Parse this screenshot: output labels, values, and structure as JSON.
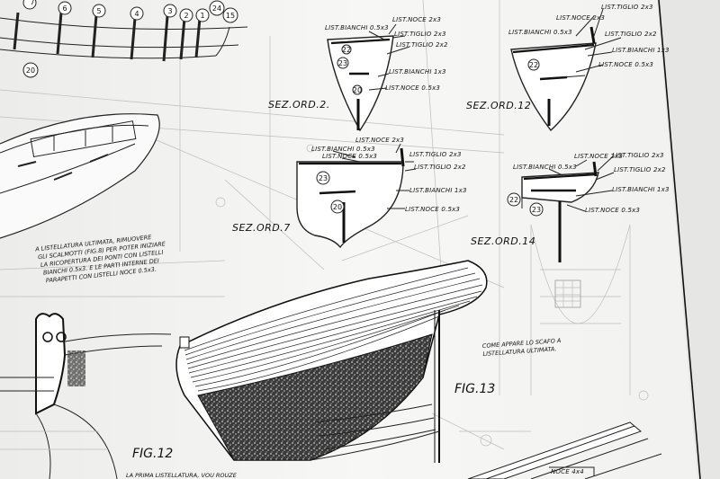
{
  "sections": {
    "s2": {
      "title": "SEZ.ORD.2.",
      "labels": [
        "LIST.NOCE 2x3",
        "LIST.BIANCHI 0.5x3",
        "LIST.TIGLIO 2x3",
        "LIST.TIGLIO 2x2",
        "LIST.BIANCHI 1x3",
        "LIST.NOCE 0.5x3"
      ],
      "nums": [
        "23",
        "22",
        "20"
      ]
    },
    "s12": {
      "title": "SEZ.ORD.12",
      "labels": [
        "LIST.NOCE 2x3",
        "LIST.TIGLIO 2x3",
        "LIST.BIANCHI 0.5x3",
        "LIST.TIGLIO 2x2",
        "LIST.BIANCHI 1x3",
        "LIST.NOCE 0.5x3"
      ],
      "nums": [
        "22"
      ]
    },
    "s7": {
      "title": "SEZ.ORD.7",
      "labels": [
        "LIST.NOCE 2x3",
        "LIST.BIANCHI 0.5x3",
        "LIST.NOCE 0.5x3",
        "LIST.TIGLIO 2x3",
        "LIST.TIGLIO 2x2",
        "LIST.BIANCHI 1x3",
        "LIST.NOCE 0.5x3"
      ],
      "nums": [
        "23",
        "20"
      ]
    },
    "s14": {
      "title": "SEZ.ORD.14",
      "labels": [
        "LIST.NOCE 2x3",
        "LIST.BIANCHI 0.5x3",
        "LIST.TIGLIO 2x3",
        "LIST.TIGLIO 2x2",
        "LIST.BIANCHI 1x3",
        "LIST.NOCE 0.5x3"
      ],
      "nums": [
        "22",
        "23"
      ]
    }
  },
  "notes": {
    "left_note": [
      "A LISTELLATURA ULTIMATA, RIMUOVERE",
      "GLI SCALMOTTI (FIG.8) PER POTER INIZIARE",
      "LA RICOPERTURA DEI PONTI CON LISTELLI",
      "BIANCHI 0.5x3. E LE PARTI INTERNE DEI",
      "PARAPETTI CON LISTELLI NOCE 0.5x3."
    ],
    "right_note": [
      "COME APPARE LO SCAFO A",
      "LISTELLATURA ULTIMATA."
    ],
    "bottom_note": "LA PRIMA LISTELLATURA, VOU ROUZE"
  },
  "figures": {
    "fig13": "FIG.13",
    "fig12": "FIG.12"
  },
  "top_numbers": [
    "7",
    "6",
    "5",
    "4",
    "3",
    "2",
    "1",
    "24",
    "15",
    "20"
  ],
  "bottom_label": "NOCE 4x4"
}
